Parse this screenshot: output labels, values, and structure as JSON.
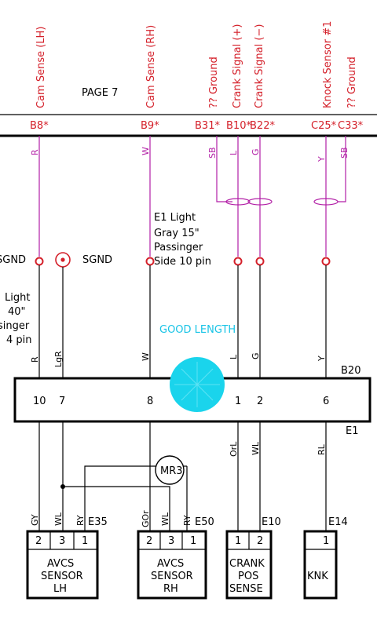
{
  "page_label": "PAGE 7",
  "pin_headers": [
    {
      "label": "Cam Sense (LH)",
      "code": "B8*"
    },
    {
      "label": "Cam Sense (RH)",
      "code": "B9*"
    },
    {
      "label": "?? Ground",
      "code": "B31*"
    },
    {
      "label": "Crank Signal (+)",
      "code": "B10*"
    },
    {
      "label": "Crank Signal (−)",
      "code": "B22*"
    },
    {
      "label": "Knock Sensor #1",
      "code": "C25*"
    },
    {
      "label": "?? Ground",
      "code": "C33*"
    }
  ],
  "upper_wire_colors": [
    "R",
    "W",
    "SB",
    "L",
    "G",
    "Y",
    "SB"
  ],
  "sgnd_left": "SGND",
  "sgnd_right": "SGND",
  "e1_note_lines": [
    "E1  Light",
    "Gray  15\"",
    "Passinger",
    "Side  10  pin"
  ],
  "left_note_lines": [
    "Light",
    "40\"",
    "singer",
    "4  pin"
  ],
  "good_length": "GOOD  LENGTH",
  "lower_wire_colors": [
    "R",
    "LgR",
    "W",
    "L",
    "G",
    "Y"
  ],
  "connector_id": "B20",
  "connector_pins": [
    "10",
    "7",
    "8",
    "1",
    "2",
    "6"
  ],
  "connector_side": "E1",
  "harness_colors": [
    "OrL",
    "WL",
    "RL"
  ],
  "mr3_label": "MR3",
  "sensor_wire_colors": {
    "lh": [
      "GY",
      "WL",
      "RY"
    ],
    "rh": [
      "GOr",
      "WL",
      "RY"
    ],
    "crank": [],
    "knk": []
  },
  "sensors": [
    {
      "conn": "E35",
      "pins": [
        "2",
        "3",
        "1"
      ],
      "name_lines": [
        "AVCS",
        "SENSOR",
        "LH"
      ]
    },
    {
      "conn": "E50",
      "pins": [
        "2",
        "3",
        "1"
      ],
      "name_lines": [
        "AVCS",
        "SENSOR",
        "RH"
      ]
    },
    {
      "conn": "E10",
      "pins": [
        "1",
        "2"
      ],
      "name_lines": [
        "CRANK",
        "POS",
        "SENSE"
      ]
    },
    {
      "conn": "E14",
      "pins": [
        "1"
      ],
      "name_lines": [
        "KNK"
      ]
    }
  ],
  "colors": {
    "pin_red": "#d4202a",
    "wire_magenta": "#b21fa6",
    "highlight_cyan": "#1ad4ec",
    "note_cyan": "#19c4e6"
  }
}
